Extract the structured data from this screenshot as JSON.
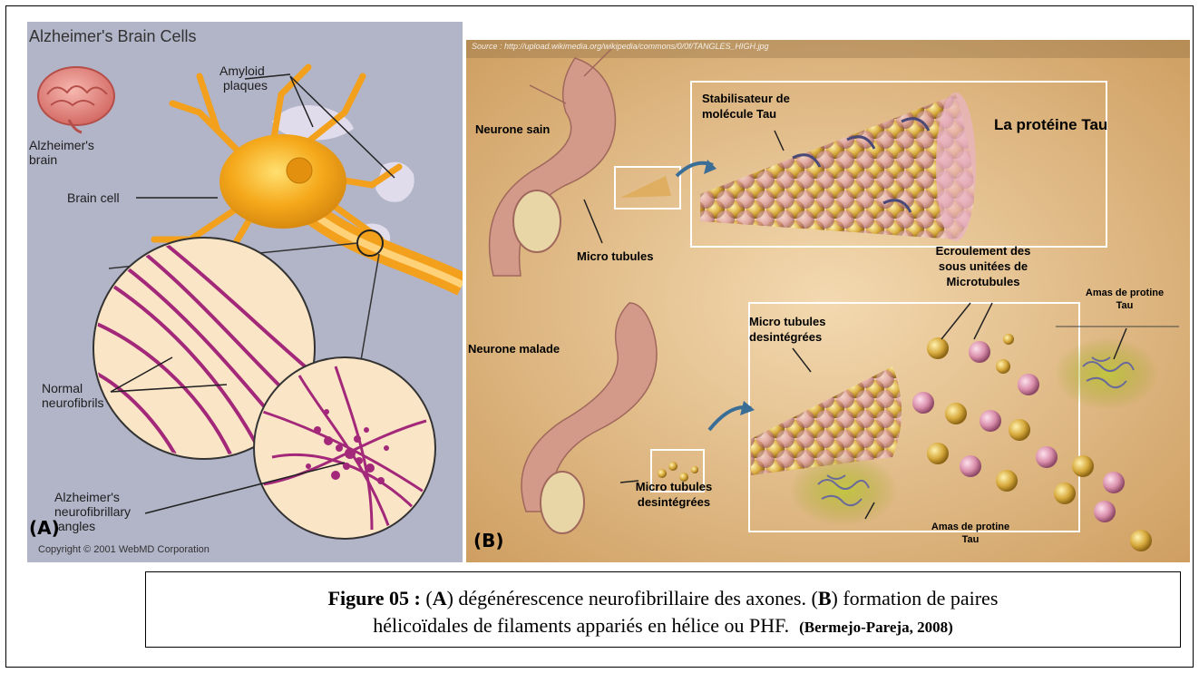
{
  "panel_a": {
    "title": "Alzheimer's Brain Cells",
    "labels": {
      "amyloid": [
        "Amyloid",
        "plaques"
      ],
      "brain": [
        "Alzheimer's",
        "brain"
      ],
      "brain_cell": "Brain cell",
      "normal": [
        "Normal",
        "neurofibrils"
      ],
      "tangles": [
        "Alzheimer's",
        "neurofibrillary",
        "tangles"
      ]
    },
    "tag": "(A)",
    "copyright": "Copyright © 2001 WebMD Corporation"
  },
  "panel_b": {
    "source": "Source : http://upload.wikimedia.org/wikipedia/commons/0/0f/TANGLES_HIGH.jpg",
    "tag": "(B)",
    "title": "La protéine Tau",
    "labels": {
      "neurone_sain": "Neurone sain",
      "stabilisateur": [
        "Stabilisateur de",
        "molécule Tau"
      ],
      "micro_tubules": "Micro tubules",
      "ecroulement": [
        "Ecroulement des",
        "sous unitées de",
        "Microtubules"
      ],
      "amas_top": [
        "Amas de protine",
        "Tau"
      ],
      "neurone_malade": "Neurone malade",
      "micro_desint_top": [
        "Micro tubules",
        "desintégrées"
      ],
      "micro_desint_bottom": [
        "Micro tubules",
        "desintégrées"
      ],
      "amas_bottom": [
        "Amas de protine",
        "Tau"
      ]
    }
  },
  "caption": {
    "fig": "Figure 05 :",
    "a_open": " (",
    "a": "A",
    "a_text": ") dégénérescence neurofibrillaire des axones. (",
    "b": "B",
    "b_text": ") formation de paires",
    "line2": "hélicoïdales de filaments appariés en hélice ou PHF.",
    "ref": "(Bermejo-Pareja, 2008)"
  }
}
